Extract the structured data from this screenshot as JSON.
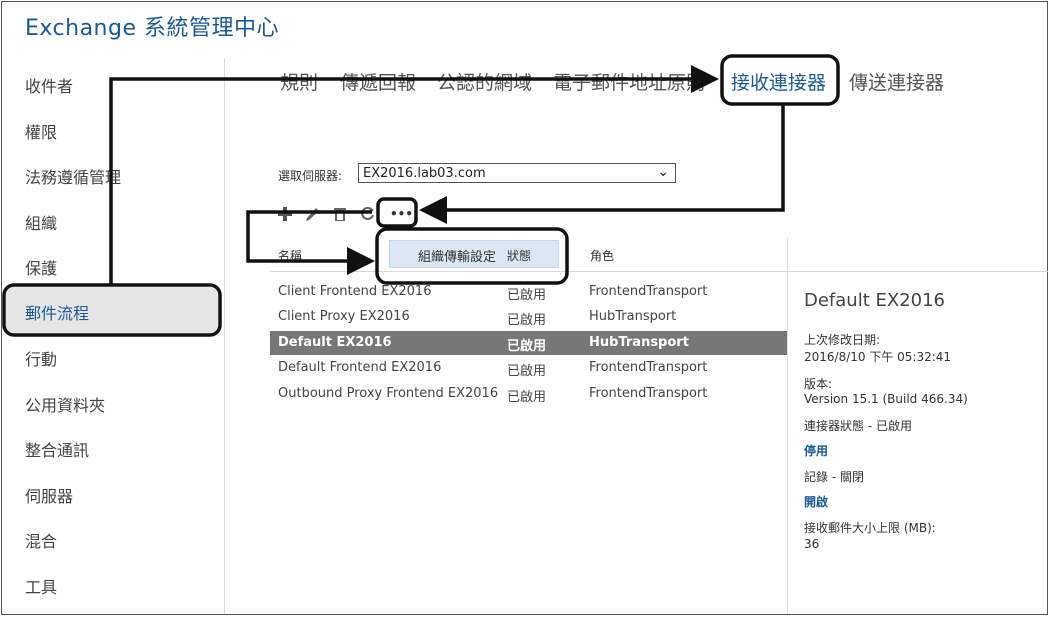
{
  "app": {
    "title": "Exchange 系統管理中心"
  },
  "sidebar": {
    "items": [
      {
        "label": "收件者"
      },
      {
        "label": "權限"
      },
      {
        "label": "法務遵循管理"
      },
      {
        "label": "組織"
      },
      {
        "label": "保護"
      },
      {
        "label": "郵件流程",
        "active": true
      },
      {
        "label": "行動"
      },
      {
        "label": "公用資料夾"
      },
      {
        "label": "整合通訊"
      },
      {
        "label": "伺服器"
      },
      {
        "label": "混合"
      },
      {
        "label": "工具"
      }
    ]
  },
  "tabs": [
    {
      "label": "規則"
    },
    {
      "label": "傳遞回報"
    },
    {
      "label": "公認的網域"
    },
    {
      "label": "電子郵件地址原則"
    },
    {
      "label": "接收連接器",
      "active": true
    },
    {
      "label": "傳送連接器"
    }
  ],
  "server_picker": {
    "label": "選取伺服器:",
    "value": "EX2016.lab03.com"
  },
  "toolbar": {
    "add_icon": "plus-icon",
    "edit_icon": "pencil-icon",
    "delete_icon": "trash-icon",
    "refresh_icon": "refresh-icon",
    "more_label": "•••"
  },
  "more_menu": {
    "item": "組織傳輸設定"
  },
  "table": {
    "headers": {
      "name": "名稱",
      "status": "狀態",
      "role": "角色"
    },
    "rows": [
      {
        "name": "Client Frontend EX2016",
        "status": "已啟用",
        "role": "FrontendTransport"
      },
      {
        "name": "Client Proxy EX2016",
        "status": "已啟用",
        "role": "HubTransport"
      },
      {
        "name": "Default EX2016",
        "status": "已啟用",
        "role": "HubTransport",
        "selected": true
      },
      {
        "name": "Default Frontend EX2016",
        "status": "已啟用",
        "role": "FrontendTransport"
      },
      {
        "name": "Outbound Proxy Frontend EX2016",
        "status": "已啟用",
        "role": "FrontendTransport"
      }
    ]
  },
  "details": {
    "title": "Default EX2016",
    "modified_label": "上次修改日期:",
    "modified_value": "2016/8/10 下午 05:32:41",
    "version_label": "版本:",
    "version_value": "Version 15.1 (Build 466.34)",
    "status_text": "連接器狀態 - 已啟用",
    "disable_link": "停用",
    "logging_text": "記錄 - 關閉",
    "enable_link": "開啟",
    "size_label": "接收郵件大小上限 (MB):",
    "size_value": "36"
  },
  "colors": {
    "accent": "#1a5a96",
    "selected_row": "#777777",
    "menu_bg": "#dbe7f3",
    "annotation": "#111111"
  }
}
